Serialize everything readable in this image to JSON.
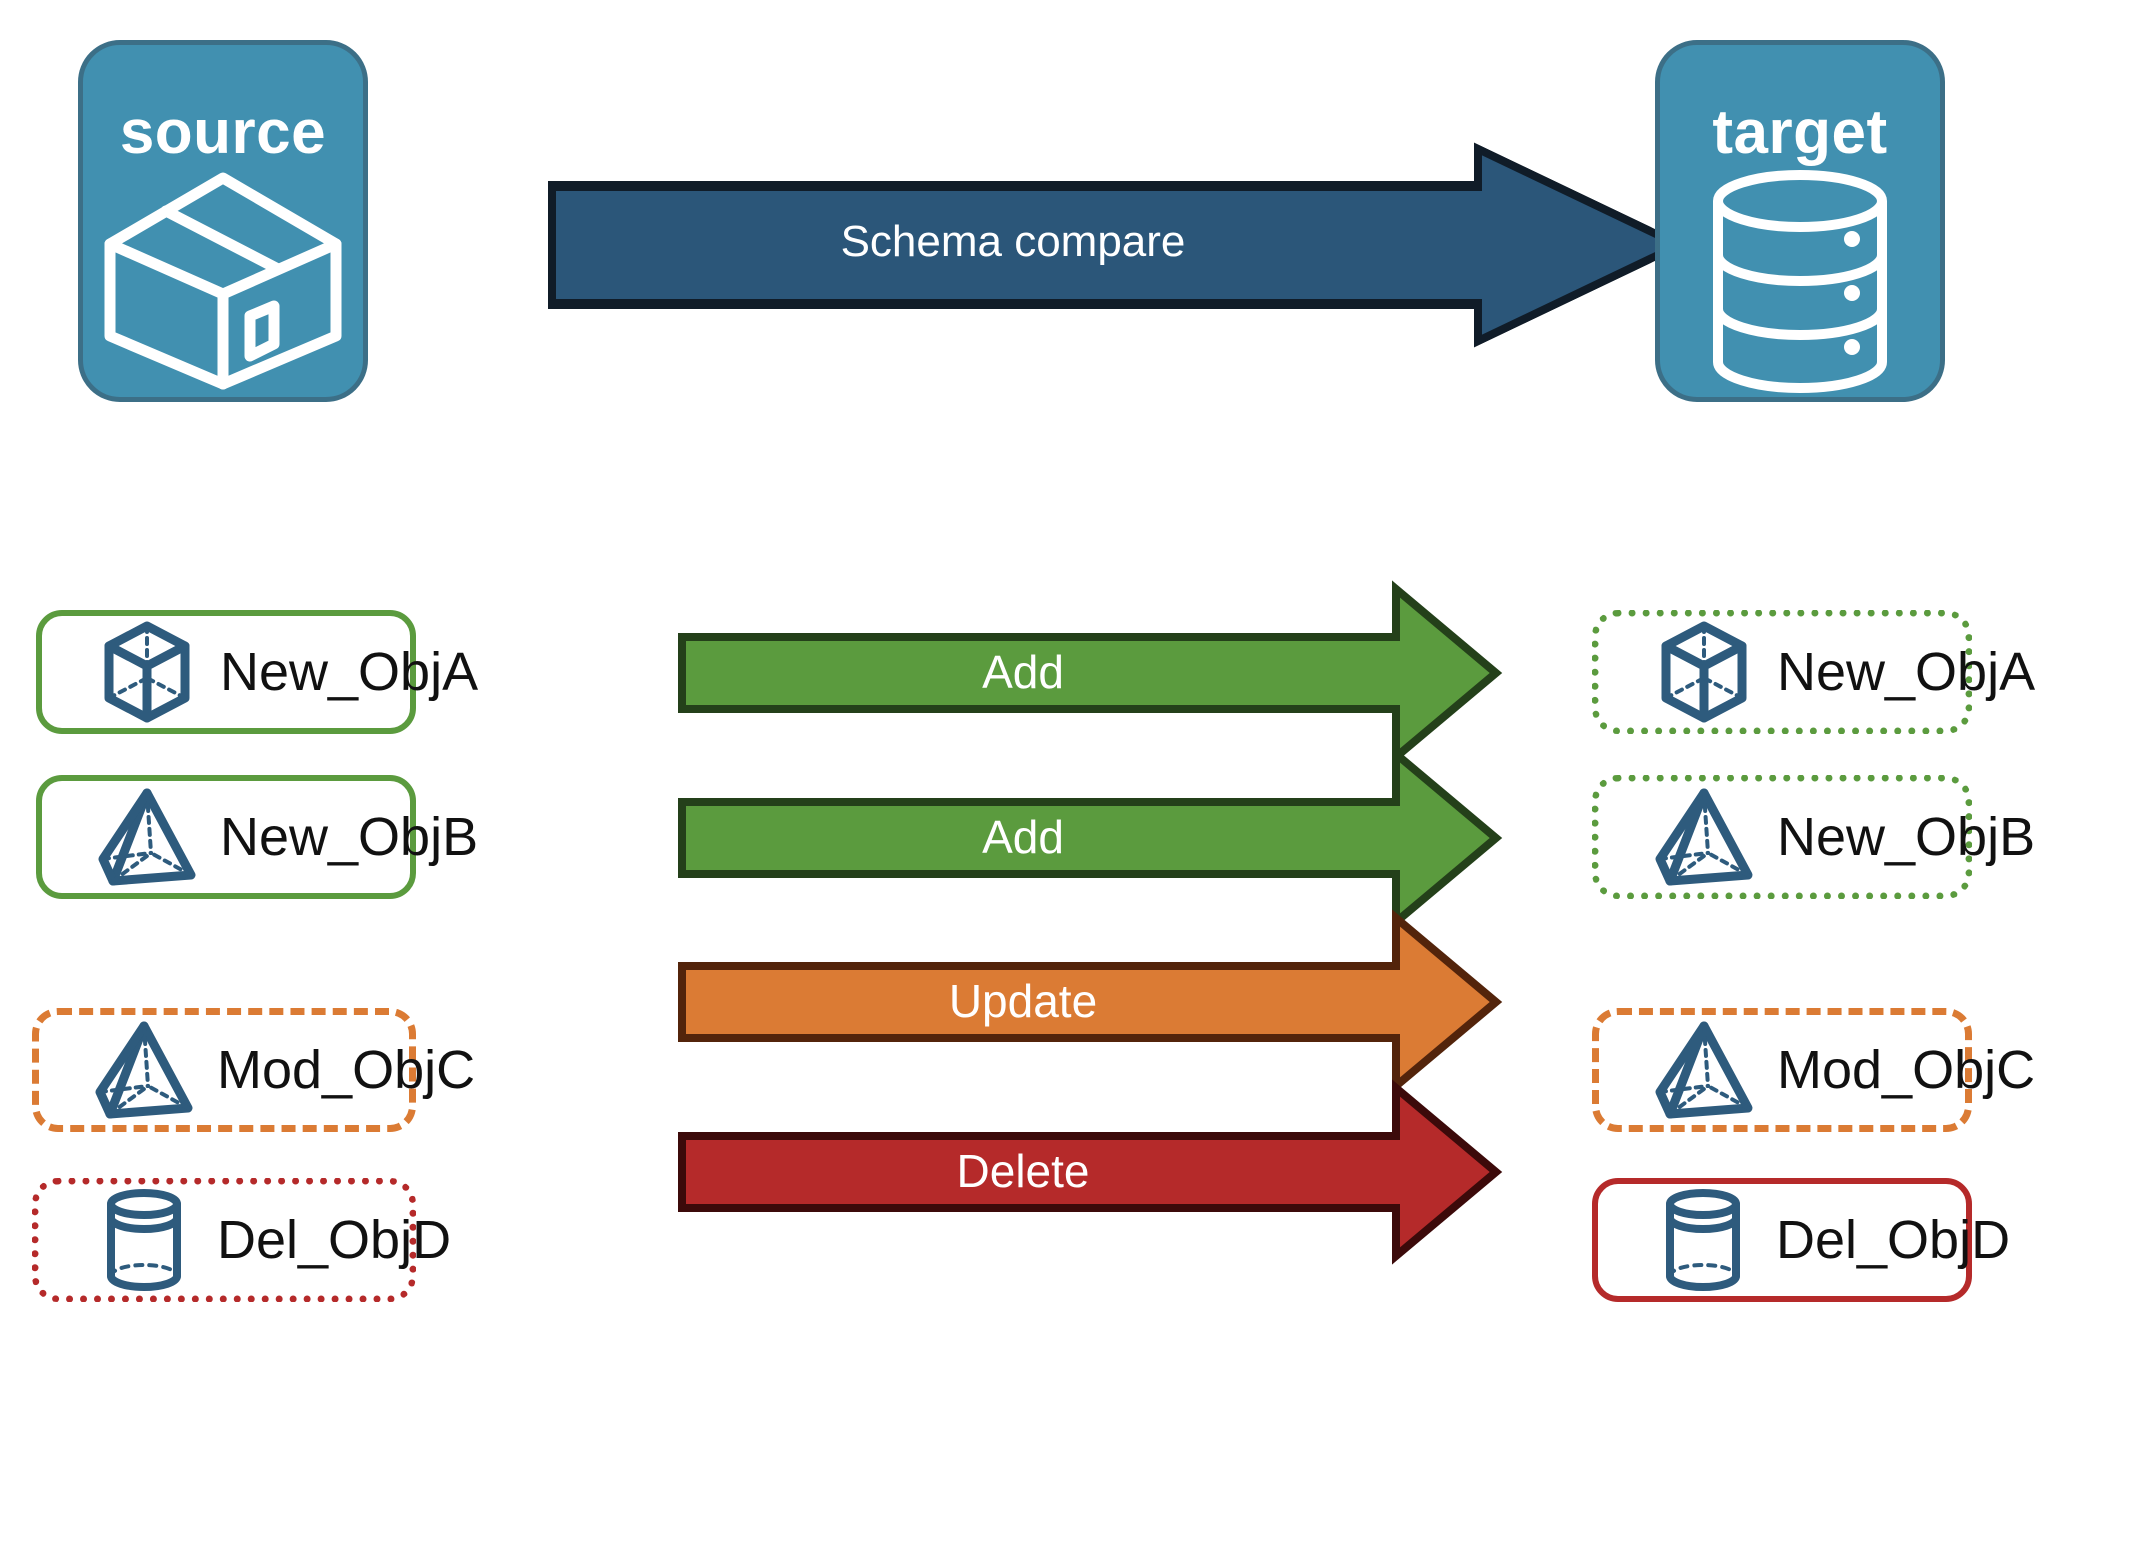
{
  "endpoints": {
    "source": {
      "label": "source",
      "icon": "package-box-icon",
      "fill": "#4190B0",
      "stroke": "#3C6F87"
    },
    "target": {
      "label": "target",
      "icon": "database-cylinder-icon",
      "fill": "#4190B0",
      "stroke": "#3C6F87"
    }
  },
  "schema_arrow": {
    "label": "Schema compare",
    "fill": "#2B5679",
    "stroke": "#101C28"
  },
  "rows": [
    {
      "action": "Add",
      "arrow_fill": "#5B9B3E",
      "arrow_stroke": "#24401A",
      "source": {
        "name": "New_ObjA",
        "icon": "wireframe-cube-icon",
        "border_style": "solid",
        "border_color": "#5B9B3E"
      },
      "target": {
        "name": "New_ObjA",
        "icon": "wireframe-cube-icon",
        "border_style": "dotted",
        "border_color": "#5B9B3E"
      }
    },
    {
      "action": "Add",
      "arrow_fill": "#5B9B3E",
      "arrow_stroke": "#24401A",
      "source": {
        "name": "New_ObjB",
        "icon": "wireframe-pyramid-icon",
        "border_style": "solid",
        "border_color": "#5B9B3E"
      },
      "target": {
        "name": "New_ObjB",
        "icon": "wireframe-pyramid-icon",
        "border_style": "dotted",
        "border_color": "#5B9B3E"
      }
    },
    {
      "action": "Update",
      "arrow_fill": "#DB7B34",
      "arrow_stroke": "#53240B",
      "source": {
        "name": "Mod_ObjC",
        "icon": "wireframe-pyramid-icon",
        "border_style": "dashed",
        "border_color": "#DB7B34"
      },
      "target": {
        "name": "Mod_ObjC",
        "icon": "wireframe-pyramid-icon",
        "border_style": "dashed",
        "border_color": "#DB7B34"
      }
    },
    {
      "action": "Delete",
      "arrow_fill": "#B52A2A",
      "arrow_stroke": "#3C0A0A",
      "source": {
        "name": "Del_ObjD",
        "icon": "wireframe-cylinder-icon",
        "border_style": "dotted",
        "border_color": "#B52A2A"
      },
      "target": {
        "name": "Del_ObjD",
        "icon": "wireframe-cylinder-icon",
        "border_style": "solid",
        "border_color": "#B52A2A"
      }
    }
  ],
  "colors": {
    "object_icon": "#2E5B7D",
    "text": "#111111",
    "background": "#FFFFFF"
  }
}
